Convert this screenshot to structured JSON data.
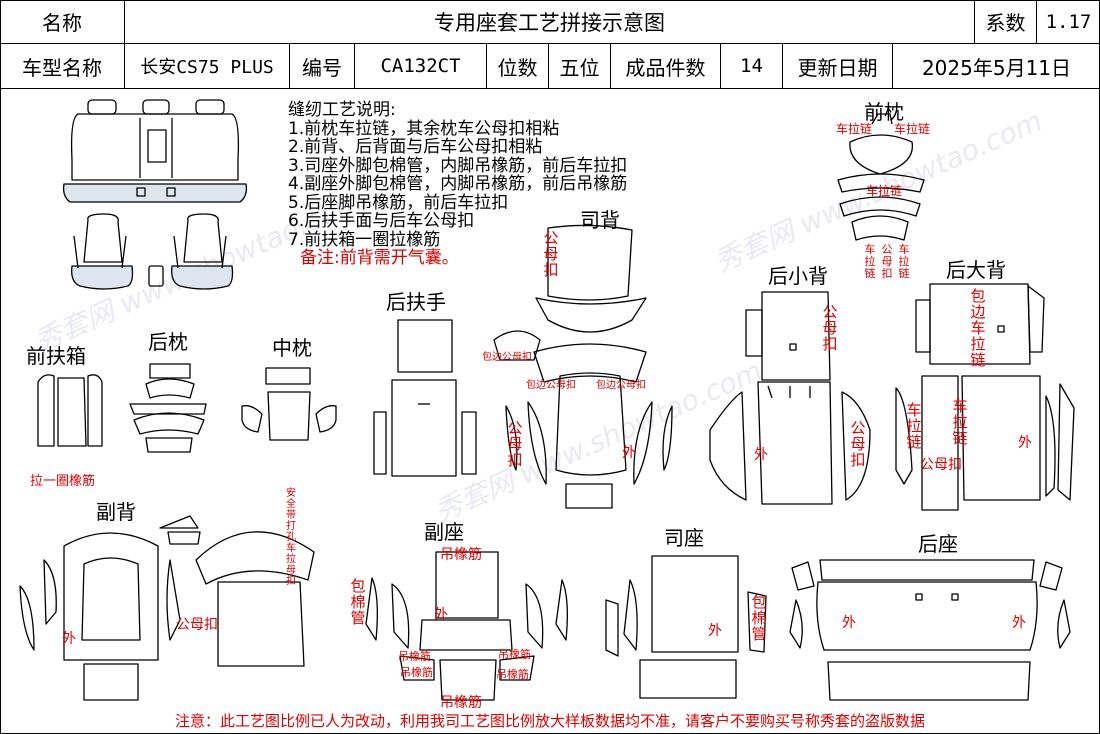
{
  "header": {
    "name_label": "名称",
    "title": "专用座套工艺拼接示意图",
    "coef_label": "系数",
    "coef_value": "1.17"
  },
  "info": {
    "model_label": "车型名称",
    "model_value": "长安CS75 PLUS",
    "code_label": "编号",
    "code_value": "CA132CT",
    "seats_label": "位数",
    "seats_value": "五位",
    "pieces_label": "成品件数",
    "pieces_value": "14",
    "date_label": "更新日期",
    "date_value": "2025年5月11日"
  },
  "notes": {
    "title": "缝纫工艺说明:",
    "items": [
      "1.前枕车拉链，其余枕车公母扣相粘",
      "2.前背、后背面与后车公母扣相粘",
      "3.司座外脚包棉管，内脚吊橡筋，前后车拉扣",
      "4.副座外脚包棉管，内脚吊橡筋，前后吊橡筋",
      "5.后座脚吊橡筋，前后车拉扣",
      "6.后扶手面与后车公母扣",
      "7.前扶箱一圈拉橡筋"
    ],
    "remark": "备注:前背需开气囊。"
  },
  "sections": {
    "front_pillow": "前枕",
    "driver_back": "司背",
    "rear_small_back": "后小背",
    "rear_big_back": "后大背",
    "rear_armrest": "后扶手",
    "front_armbox": "前扶箱",
    "rear_pillow": "后枕",
    "middle_pillow": "中枕",
    "passenger_back": "副背",
    "passenger_seat": "副座",
    "driver_seat": "司座",
    "rear_seat": "后座"
  },
  "annotations": {
    "zipper": "车拉链",
    "snap": "公母扣",
    "snap_v": "公母扣",
    "car_zip_v": "车拉链",
    "edge_zip_v": "包边车拉链",
    "edge_snap": "包边公母扣",
    "outer": "外",
    "elastic_ring": "拉一圈橡筋",
    "elastic": "吊橡筋",
    "foam_tube_v": "包棉管",
    "belt_v": "安全带打孔车拉母扣",
    "car_zip_split": "车拉链"
  },
  "footer": "注意：此工艺图比例已人为改动，利用我司工艺图比例放大样板数据均不准，请客户不要购买号称秀套的盗版数据",
  "watermark": "秀套网 www.showtao.com",
  "colors": {
    "line": "#000000",
    "accent": "#e00000",
    "seat_fill": "#dde6ee"
  }
}
